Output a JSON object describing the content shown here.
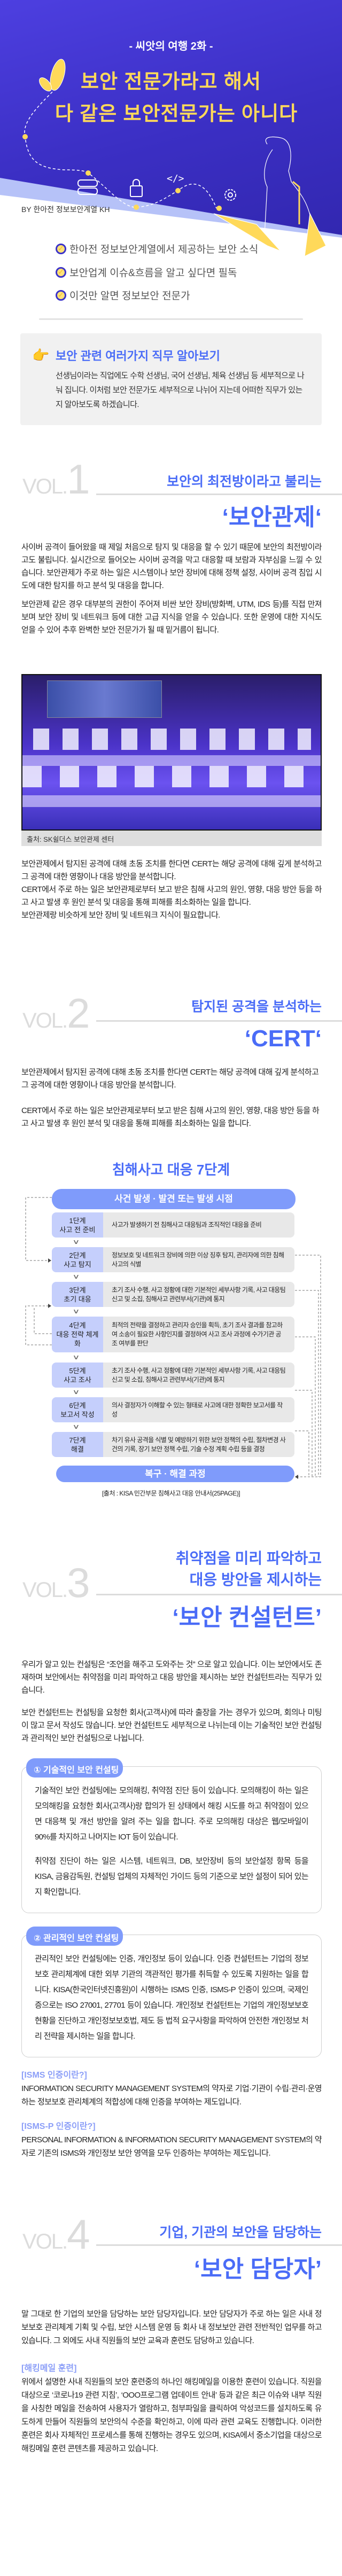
{
  "hero": {
    "series_label": "- 씨앗의 여행 2화 -",
    "title_line1": "보안 전문가라고 해서",
    "title_line2": "다 같은 보안전문가는 아니다",
    "byline": "BY 한아전 정보보안계열 KH",
    "colors": {
      "background": "#4236d0",
      "title": "#ffd95a"
    }
  },
  "checklist": [
    "한아전 정보보안계열에서 제공하는 보안 소식",
    "보안업계 이슈&흐름을 알고 싶다면 필독",
    "이것만 알면 정보보안 전문가"
  ],
  "intro": {
    "title": "보안 관련 여러가지 직무 알아보기",
    "body": "선생님이라는 직업에도 수학 선생님, 국어 선생님, 체육 선생님 등 세부적으로 나눠 집니다. 이처럼 보안 전문가도 세부적으로 나뉘어 지는데 어떠한 직무가 있는지 알아보도록 하겠습니다."
  },
  "vol1": {
    "vol": "VOL.",
    "num": "1",
    "subtitle": "보안의 최전방이라고 불리는",
    "title": "‘보안관제‘",
    "p1": "사이버 공격이 들어왔을 때 제일 처음으로 탐지 및 대응을 할 수 있기 때문에 보안의 최전방이라고도 불립니다. 실시간으로 들어오는 사이버 공격을 막고 대응할 때 보람과 자부심을 느낄 수 있습니다. 보안관제가 주로 하는 일은 시스템이나 보안 장비에 대해 정책 설정, 사이버 공격 침입 시도에 대한 탐지를 하고 분석 및 대응을 합니다.",
    "p2": "보안관제 같은 경우 대부분의 권한이 주어져 비싼 보안 장비(방화벽, UTM, IDS 등)를 직접 만져보며 보안 장비 및 네트워크 등에 대한 고급 지식을 얻을 수 있습니다. 또한 운영에 대한 지식도 얻을 수 있어 추후 완벽한 보안 전문가가 될 때 밑거름이 됩니다.",
    "photo_caption": "출처: SK쉴더스 보안관제 센터",
    "p3": "보안관제에서 탐지된 공격에 대해 초동 조치를 한다면 CERT는 해당 공격에 대해 깊게 분석하고 그 공격에 대한 영향이나 대응 방안을 분석합니다.",
    "p4": "CERT에서 주로 하는 일은 보안관제로부터 보고 받은 침해 사고의 원인, 영향, 대응 방안 등을 하고 사고 발생 후 원인 분석 및 대응을 통해 피해를 최소화하는 일을 합니다.",
    "p5": "보안관제랑 비슷하게 보안 장비 및 네트워크 지식이 필요합니다."
  },
  "vol2": {
    "vol": "VOL.",
    "num": "2",
    "subtitle": "탐지된 공격을 분석하는",
    "title": "‘CERT‘",
    "p1": "보안관제에서 탐지된 공격에 대해 초동 조치를 한다면 CERT는 해당 공격에 대해 깊게 분석하고 그 공격에 대한 영향이나 대응 방안을 분석합니다.",
    "p2": "CERT에서 주로 하는 일은 보안관제로부터 보고 받은 침해 사고의 원인, 영향, 대응 방안 등을 하고 사고 발생 후 원인 분석 및 대응을 통해 피해를 최소화하는 일을 합니다."
  },
  "steps": {
    "title": "침해사고 대응 7단계",
    "top_pill": "사건 발생 · 발견 또는 발생 시점",
    "bottom_pill": "복구 · 해결 과정",
    "source": "[출처 : KISA 민간부문 침해사고 대응 안내서(25PAGE)]",
    "items": [
      {
        "stage": "1단계",
        "name": "사고 전 준비",
        "desc": "사고가 발생하기 전 침해사고 대응팀과 조직적인 대응을 준비"
      },
      {
        "stage": "2단계",
        "name": "사고 탐지",
        "desc": "정보보호 및 네트워크 장비에 의한 이상 징후 탐지, 관리자에 의한 침해사고의 식별"
      },
      {
        "stage": "3단계",
        "name": "초기 대응",
        "desc": "초기 조사 수행, 사고 정황에 대한 기본적인 세부사항 기록, 사고 대응팀 신고 및 소집, 침해사고 관련부서(기관)에 통지"
      },
      {
        "stage": "4단계",
        "name": "대응 전략 체계화",
        "desc": "최적의 전략을 결정하고 관리자 승인을 획득, 초기 조사 결과를 참고하여 소송이 필요한 사항인지를 결정하여 사고 조사 과정에 수가기관 공조 여부를 판단"
      },
      {
        "stage": "5단계",
        "name": "사고 조사",
        "desc": "초기 조사 수행, 사고 정황에 대한 기본적인 세부사항 기록, 사고 대응팀 신고 및 소집, 침해사고 관련부서(기관)에 통지"
      },
      {
        "stage": "6단계",
        "name": "보고서 작성",
        "desc": "의사 결정자가 이해할 수 있는 형태로 사고에 대한 정확한 보고서를 작성"
      },
      {
        "stage": "7단계",
        "name": "해결",
        "desc": "차기 유사 공격을 식별 및 예방하기 위한 보안 정책의 수립, 절차변경 사건의 기록, 장기 보안 정책 수립, 기술 수정 계획 수립 등을 결정"
      }
    ]
  },
  "vol3": {
    "vol": "VOL.",
    "num": "3",
    "subtitle_line1": "취약점을 미리 파악하고",
    "subtitle_line2": "대응 방안을 제시하는",
    "title": "‘보안 컨설턴트’",
    "p1": "우리가 알고 있는 컨설팅은 “조언을 해주고 도와주는 것” 으로 알고 있습니다. 이는 보안에서도 존재하며 보안에서는 취약점을 미리 파악하고 대응 방안을 제시하는 보안 컨설턴트라는 직무가 있습니다.",
    "p2": "보안 컨설턴트는 컨설팅을 요청한 회사(고객사)에 따라 출장을 가는 경우가 있으며, 회의나 미팅이 많고 문서 작성도 많습니다. 보안 컨설턴트도 세부적으로 나뉘는데 이는 기술적인 보안 컨설팅과 관리적인 보안 컨설팅으로 나뉩니다.",
    "tech": {
      "tag": "① 기술적인 보안 컨설팅",
      "p1": "기술적인 보안 컨설팅에는 모의해킹, 취약점 진단 등이 있습니다. 모의해킹이 하는 일은 모의해킹을 요청한 회사(고객사)랑 합의가 된 상태에서 해킹 시도를 하고 취약점이 있으면 대응책 및 개선 방안을 알려 주는 일을 합니다. 주로 모의해킹 대상은 웹/모바일이 90%를 차지하고 나머지는 IOT 등이 있습니다.",
      "p2": "취약점 진단이 하는 일은 시스템, 네트워크, DB, 보안장비 등의 보안설정 항목 등을 KISA, 금융감독원, 컨설팅 업체의 자체적인 가이드 등의 기준으로 보안 설정이 되어 있는지 확인합니다."
    },
    "admin": {
      "tag": "② 관리적인 보안 컨설팅",
      "p1": "관리적인 보안 컨설팅에는 인증, 개인정보 등이 있습니다. 인증 컨설턴트는 기업의 정보보호 관리체계에 대한 외부 기관의 객관적인 평가를 취득할 수 있도록 지원하는 일을 합니다. KISA(한국인터넷진흥원)이 시행하는 ISMS 인증, ISMS-P 인증이 있으며, 국제인증으로는 ISO 27001, 27701 등이 있습니다. 개인정보 컨설턴트는 기업의 개인정보보호 현황을 진단하고 개인정보보호법, 제도 등 법적 요구사항을 파악하여 안전한 개인정보 처리 전략을 제시하는 일을 합니다."
    },
    "isms_label": "[ISMS 인증이란?]",
    "isms_text": "INFORMATION SECURITY MANAGEMENT SYSTEM의 약자로 기업·기관이 수립·관리·운영하는 정보보호 관리체계의 적합성에 대해 인증을 부여하는 제도입니다.",
    "ismsp_label": "[ISMS-P 인증이란?]",
    "ismsp_text": "PERSONAL INFORMATION & INFORMATION SECURITY MANAGEMENT SYSTEM의 약자로 기존의 ISMS와 개인정보 보안 영역을 모두 인증하는 부여하는 제도입니다."
  },
  "vol4": {
    "vol": "VOL.",
    "num": "4",
    "subtitle": "기업, 기관의 보안을 담당하는",
    "title": "‘보안 담당자’",
    "p1": "말 그대로 한 기업의 보안을 담당하는 보안 담당자입니다. 보안 담당자가 주로 하는 일은 사내 정보보호 관리체계 기획 및 수립, 보안 시스템 운영 등 회사 내 정보보안 관련 전반적인 업무를 하고 있습니다. 그 외에도 사내 직원들의 보안 교육과 훈련도 담당하고 있습니다.",
    "mail_label": "[해킹메일 훈련]",
    "p2": "위에서 설명한 사내 직원들의 보안 훈련중의 하나인 해킹메일을 이용한 훈련이 있습니다. 직원을 대상으로 ‘코로나19 관련 지침’, ‘OOO프로그램 업데이트 안내’ 등과 같은 최근 이슈와 내부 직원을 사칭한 메일을 전송하여 사용자가 열람하고, 첨부파일을 클릭하여 악성코드를 설치하도록 유도하게 만들어 직원들의 보안의식 수준을 확인하고, 이에 따라 관련 교육도 진행합니다. 이러한 훈련은 회사 자체적인 프로세스를 통해 진행하는 경우도 있으며, KISA에서 중소기업을 대상으로 해킹메일 훈련 콘텐츠를 제공하고 있습니다."
  },
  "colors": {
    "accent": "#4a6cf7",
    "pill": "#7f9bfb",
    "step_label": "#c5cffc",
    "step_desc": "#e8e8e8"
  }
}
